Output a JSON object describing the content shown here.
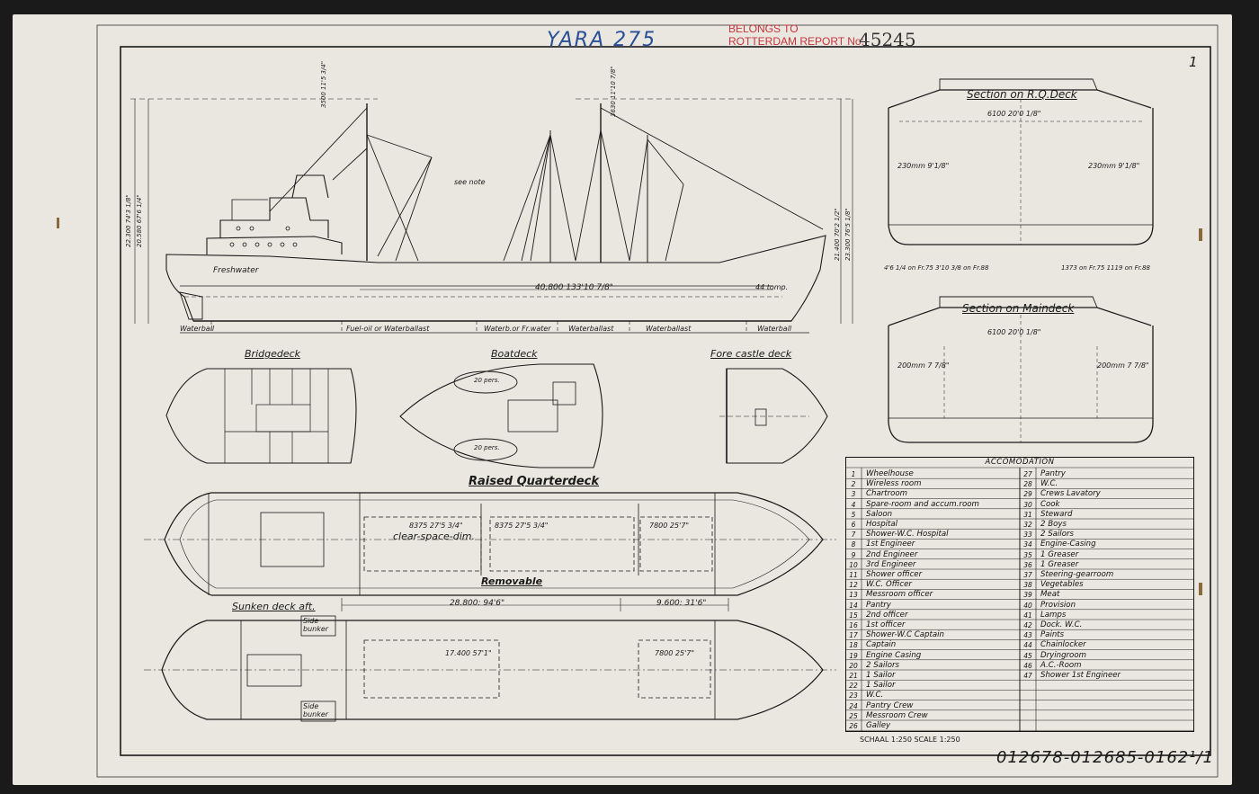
{
  "header": {
    "handwritten_title": "YARA 275",
    "stamp_line1": "BELONGS TO",
    "stamp_line2": "ROTTERDAM REPORT No:",
    "report_number": "45245",
    "sheet_number": "1"
  },
  "footer": {
    "scale_note": "SCHAAL 1:250 SCALE 1:250",
    "reference_numbers": "012678-012685-0162¹/1"
  },
  "views": {
    "bridgedeck": "Bridgedeck",
    "boatdeck": "Boatdeck",
    "forecastle": "Fore castle deck",
    "raised_quarterdeck": "Raised Quarterdeck",
    "sunken_deck": "Sunken deck aft.",
    "section_rq": "Section on R.Q.Deck",
    "section_main": "Section on Maindeck"
  },
  "profile_labels": {
    "freshwater": "Freshwater",
    "length": "40,800  133'10 7/8\"",
    "waterball_left": "Waterball",
    "fuel_oil": "Fuel-oil or Waterballast",
    "water_fw": "Waterb.or Fr.water",
    "waterballast1": "Waterballast",
    "waterballast2": "Waterballast",
    "waterball_right": "Waterball",
    "see_note": "see note",
    "ton_44": "44 tomp.",
    "dim_3500": "3500 11'5 3/4\"",
    "dim_3630": "3630 11'10 7/8\"",
    "dim_left_height": "22.300 74'3 1/8\"",
    "dim_left_height2": "20.580 67'6 1/4\"",
    "dim_right_height": "21.400 70'2 1/2\"",
    "dim_right_height2": "23.300 76'5 1/8\""
  },
  "raised_quarterdeck_labels": {
    "clear_space": "clear-space-dim.",
    "removable": "Removable",
    "dim_8375a": "8375 27'5 3/4\"",
    "dim_8375b": "8375 27'5 3/4\"",
    "dim_7800": "7800 25'7\"",
    "dim_28800": "28.800: 94'6\"",
    "dim_9600": "9.600: 31'6\""
  },
  "sunken_labels": {
    "side_bunker_top": "Side bunker",
    "side_bunker_bottom": "Side bunker",
    "dim_17400": "17.400  57'1\"",
    "dim_7800": "7800 25'7\""
  },
  "boat_labels": {
    "boat1": "20 pers.",
    "boat2": "20 pers."
  },
  "section_labels": {
    "rq_width": "6100   20'0 1/8\"",
    "rq_left": "230mm 9'1/8\"",
    "rq_right": "230mm 9'1/8\"",
    "main_width": "6100   20'0 1/8\"",
    "main_left": "200mm 7 7/8\"",
    "main_right": "200mm 7 7/8\"",
    "frames_left": "4'6 1/4 on Fr.75  3'10 3/8 on Fr.88",
    "frames_right": "1373 on Fr.75  1119 on Fr.88"
  },
  "accommodation": {
    "title": "ACCOMODATION",
    "left": [
      {
        "n": "1",
        "label": "Wheelhouse"
      },
      {
        "n": "2",
        "label": "Wireless room"
      },
      {
        "n": "3",
        "label": "Chartroom"
      },
      {
        "n": "4",
        "label": "Spare-room and accum.room"
      },
      {
        "n": "5",
        "label": "Saloon"
      },
      {
        "n": "6",
        "label": "Hospital"
      },
      {
        "n": "7",
        "label": "Shower-W.C. Hospital"
      },
      {
        "n": "8",
        "label": "1st Engineer"
      },
      {
        "n": "9",
        "label": "2nd Engineer"
      },
      {
        "n": "10",
        "label": "3rd Engineer"
      },
      {
        "n": "11",
        "label": "Shower officer"
      },
      {
        "n": "12",
        "label": "W.C. Officer"
      },
      {
        "n": "13",
        "label": "Messroom officer"
      },
      {
        "n": "14",
        "label": "Pantry"
      },
      {
        "n": "15",
        "label": "2nd officer"
      },
      {
        "n": "16",
        "label": "1st officer"
      },
      {
        "n": "17",
        "label": "Shower-W.C Captain"
      },
      {
        "n": "18",
        "label": "Captain"
      },
      {
        "n": "19",
        "label": "Engine Casing"
      },
      {
        "n": "20",
        "label": "2 Sailors"
      },
      {
        "n": "21",
        "label": "1 Sailor"
      },
      {
        "n": "22",
        "label": "1 Sailor"
      },
      {
        "n": "23",
        "label": "W.C."
      },
      {
        "n": "24",
        "label": "Pantry Crew"
      },
      {
        "n": "25",
        "label": "Messroom Crew"
      },
      {
        "n": "26",
        "label": "Galley"
      }
    ],
    "right": [
      {
        "n": "27",
        "label": "Pantry"
      },
      {
        "n": "28",
        "label": "W.C."
      },
      {
        "n": "29",
        "label": "Crews Lavatory"
      },
      {
        "n": "30",
        "label": "Cook"
      },
      {
        "n": "31",
        "label": "Steward"
      },
      {
        "n": "32",
        "label": "2 Boys"
      },
      {
        "n": "33",
        "label": "2 Sailors"
      },
      {
        "n": "34",
        "label": "Engine-Casing"
      },
      {
        "n": "35",
        "label": "1 Greaser"
      },
      {
        "n": "36",
        "label": "1 Greaser"
      },
      {
        "n": "37",
        "label": "Steering-gearroom"
      },
      {
        "n": "38",
        "label": "Vegetables"
      },
      {
        "n": "39",
        "label": "Meat"
      },
      {
        "n": "40",
        "label": "Provision"
      },
      {
        "n": "41",
        "label": "Lamps"
      },
      {
        "n": "42",
        "label": "Dock. W.C."
      },
      {
        "n": "43",
        "label": "Paints"
      },
      {
        "n": "44",
        "label": "Chainlocker"
      },
      {
        "n": "45",
        "label": "Dryingroom"
      },
      {
        "n": "46",
        "label": "A.C.-Room"
      },
      {
        "n": "47",
        "label": "Shower 1st Engineer"
      }
    ]
  }
}
